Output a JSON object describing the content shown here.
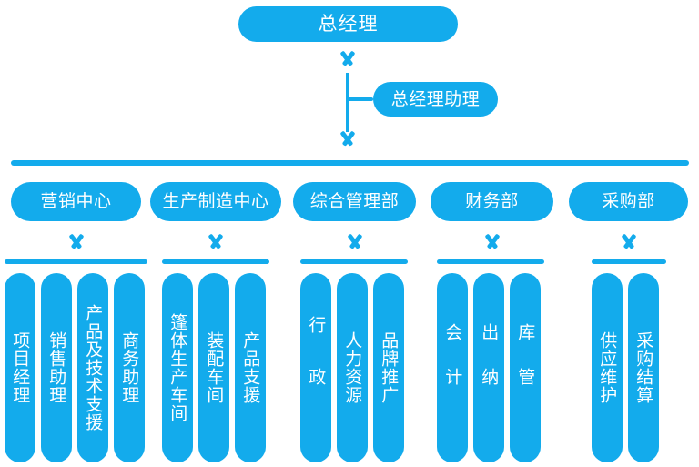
{
  "meta": {
    "title": "组织架构图",
    "accent_color": "#13ABEC",
    "text_color": "#FFFFFF",
    "background_color": "#FFFFFF"
  },
  "top": {
    "general_manager": "总经理",
    "assistant": "总经理助理"
  },
  "departments": [
    {
      "id": "marketing",
      "label": "营销中心",
      "children": [
        "项目经理",
        "销售助理",
        "产品及技术支援",
        "商务助理"
      ]
    },
    {
      "id": "production",
      "label": "生产制造中心",
      "children": [
        "篷体生产车间",
        "装配车间",
        "产品支援"
      ]
    },
    {
      "id": "administration",
      "label": "综合管理部",
      "children": [
        "行政",
        "人力资源",
        "品牌推广"
      ]
    },
    {
      "id": "finance",
      "label": "财务部",
      "children": [
        "会计",
        "出纳",
        "库管"
      ]
    },
    {
      "id": "purchasing",
      "label": "采购部",
      "children": [
        "供应维护",
        "采购结算"
      ]
    }
  ],
  "connectors": {
    "main_bus": "horizontal-bus",
    "tee": "assistant-tee-branch",
    "arrow_glyph": "chevron-down"
  }
}
